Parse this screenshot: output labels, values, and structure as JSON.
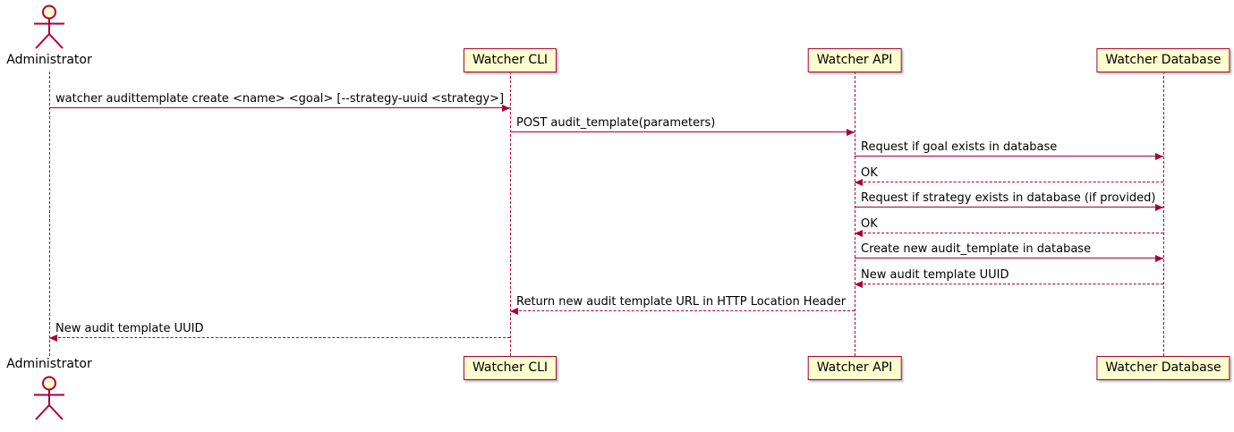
{
  "diagram": {
    "type": "sequence-diagram",
    "colors": {
      "participant_fill": "#FEFECE",
      "stroke": "#A80036",
      "text": "#000000",
      "background": "#FFFFFF"
    },
    "participants": [
      {
        "name": "Administrator",
        "kind": "actor"
      },
      {
        "name": "Watcher CLI",
        "kind": "participant"
      },
      {
        "name": "Watcher API",
        "kind": "participant"
      },
      {
        "name": "Watcher Database",
        "kind": "participant"
      }
    ],
    "messages": [
      {
        "from": "Administrator",
        "to": "Watcher CLI",
        "text": "watcher audittemplate create <name> <goal> [--strategy-uuid <strategy>]",
        "line": "solid"
      },
      {
        "from": "Watcher CLI",
        "to": "Watcher API",
        "text": "POST audit_template(parameters)",
        "line": "solid"
      },
      {
        "from": "Watcher API",
        "to": "Watcher Database",
        "text": "Request if goal exists in database",
        "line": "solid"
      },
      {
        "from": "Watcher Database",
        "to": "Watcher API",
        "text": "OK",
        "line": "dashed"
      },
      {
        "from": "Watcher API",
        "to": "Watcher Database",
        "text": "Request if strategy exists in database (if provided)",
        "line": "solid"
      },
      {
        "from": "Watcher Database",
        "to": "Watcher API",
        "text": "OK",
        "line": "dashed"
      },
      {
        "from": "Watcher API",
        "to": "Watcher Database",
        "text": "Create new audit_template in database",
        "line": "solid"
      },
      {
        "from": "Watcher Database",
        "to": "Watcher API",
        "text": "New audit template UUID",
        "line": "dashed"
      },
      {
        "from": "Watcher API",
        "to": "Watcher CLI",
        "text": "Return new audit template URL in HTTP Location Header",
        "line": "dashed"
      },
      {
        "from": "Watcher CLI",
        "to": "Administrator",
        "text": "New audit template UUID",
        "line": "dashed"
      }
    ]
  }
}
